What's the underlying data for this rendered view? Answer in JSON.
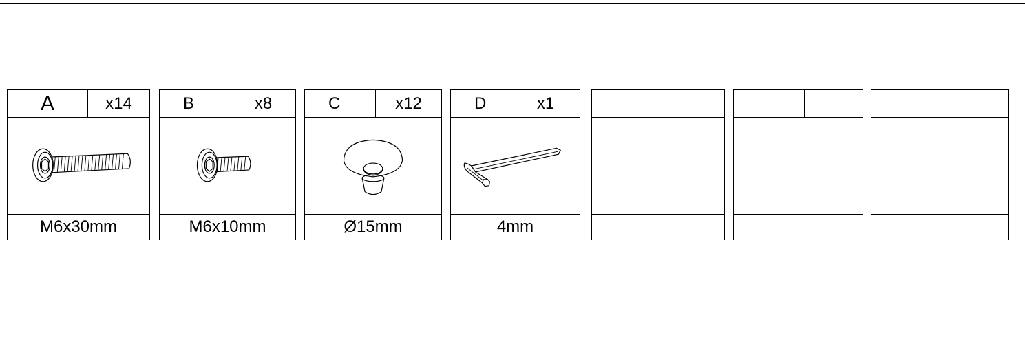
{
  "parts": [
    {
      "letter": "A",
      "qty": "x14",
      "size": "M6x30mm",
      "icon": "long-bolt-icon"
    },
    {
      "letter": "B",
      "qty": "x8",
      "size": "M6x10mm",
      "icon": "short-bolt-icon"
    },
    {
      "letter": "C",
      "qty": "x12",
      "size": "Ø15mm",
      "icon": "bumper-pad-icon"
    },
    {
      "letter": "D",
      "qty": "x1",
      "size": "4mm",
      "icon": "hex-key-icon"
    },
    {
      "letter": "",
      "qty": "",
      "size": "",
      "icon": ""
    },
    {
      "letter": "",
      "qty": "",
      "size": "",
      "icon": ""
    },
    {
      "letter": "",
      "qty": "",
      "size": "",
      "icon": ""
    }
  ]
}
